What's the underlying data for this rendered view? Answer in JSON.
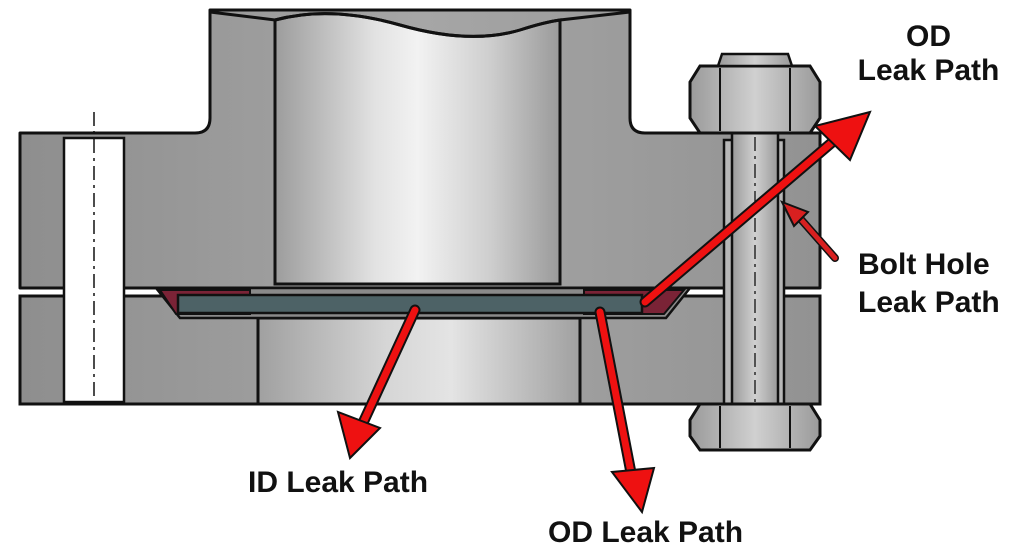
{
  "labels": {
    "od_top_line1": "OD",
    "od_top_line2": "Leak Path",
    "bolt_line1": "Bolt Hole",
    "bolt_line2": "Leak Path",
    "id_path": "ID Leak Path",
    "od_bottom": "OD Leak Path"
  },
  "colors": {
    "flange_steel": "#9a9a9a",
    "pipe_bore": "#d8d8d8",
    "gasket": "#4d6266",
    "seal_ring": "#7a2336",
    "arrow": "#ee1111",
    "outline": "#111111"
  }
}
